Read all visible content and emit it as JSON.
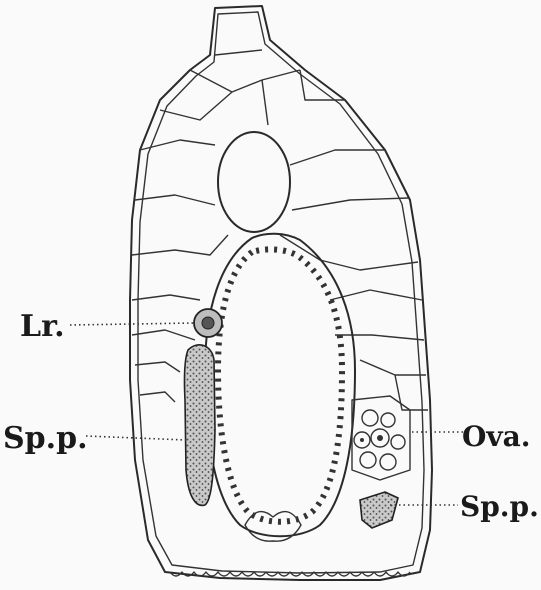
{
  "labels": {
    "lr": "Lr.",
    "sp_p_left": "Sp.p.",
    "ova": "Ova.",
    "sp_p_right": "Sp.p."
  }
}
